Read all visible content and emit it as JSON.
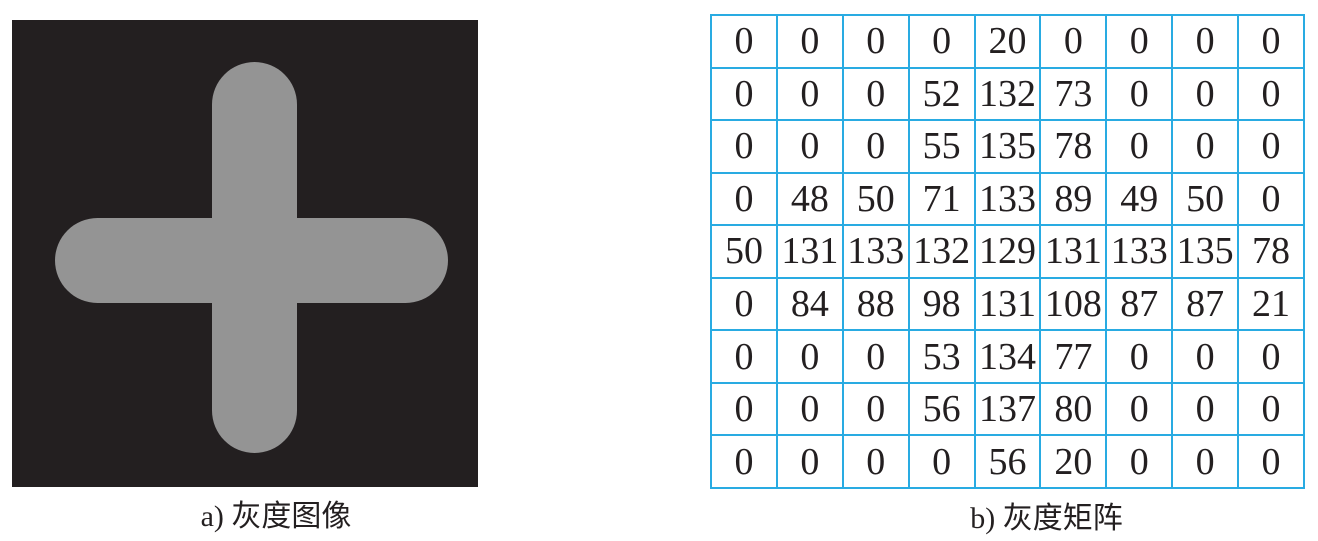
{
  "colors": {
    "page_background": "#ffffff",
    "image_background": "#231f20",
    "cross_fill": "#949494",
    "grid_border": "#29abe2",
    "text": "#231f20"
  },
  "figure_a": {
    "caption": "a) 灰度图像",
    "shape": "rounded-plus-cross"
  },
  "figure_b": {
    "caption": "b) 灰度矩阵",
    "matrix": [
      [
        0,
        0,
        0,
        0,
        20,
        0,
        0,
        0,
        0
      ],
      [
        0,
        0,
        0,
        52,
        132,
        73,
        0,
        0,
        0
      ],
      [
        0,
        0,
        0,
        55,
        135,
        78,
        0,
        0,
        0
      ],
      [
        0,
        48,
        50,
        71,
        133,
        89,
        49,
        50,
        0
      ],
      [
        50,
        131,
        133,
        132,
        129,
        131,
        133,
        135,
        78
      ],
      [
        0,
        84,
        88,
        98,
        131,
        108,
        87,
        87,
        21
      ],
      [
        0,
        0,
        0,
        53,
        134,
        77,
        0,
        0,
        0
      ],
      [
        0,
        0,
        0,
        56,
        137,
        80,
        0,
        0,
        0
      ],
      [
        0,
        0,
        0,
        0,
        56,
        20,
        0,
        0,
        0
      ]
    ]
  }
}
